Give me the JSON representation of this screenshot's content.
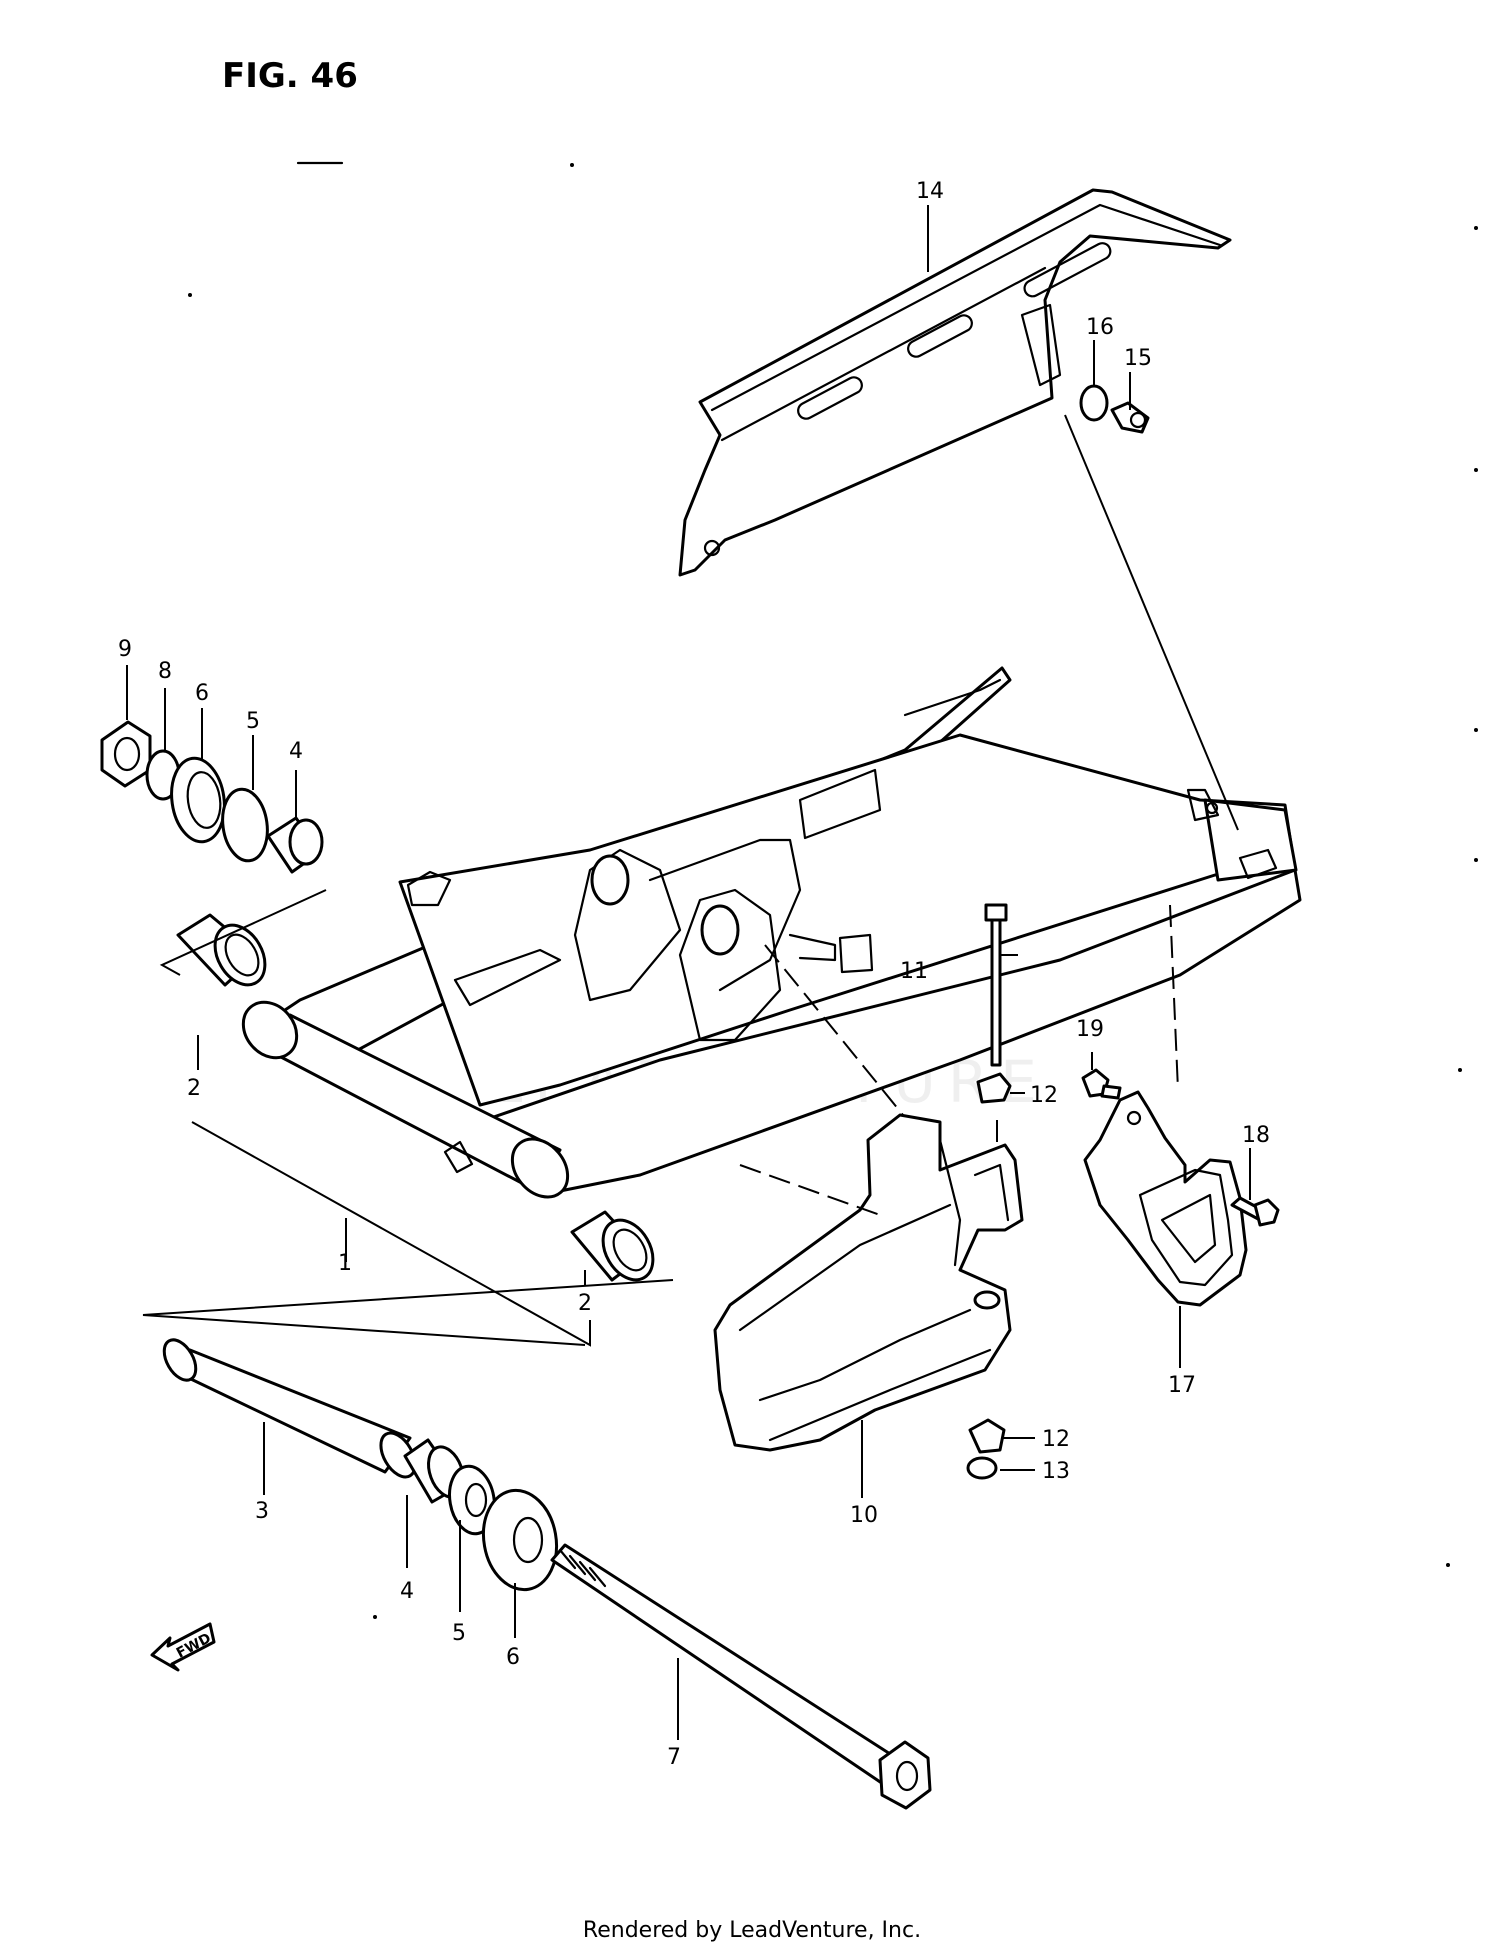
{
  "figure": {
    "title": "FIG. 46"
  },
  "footer": {
    "text": "Rendered by LeadVenture, Inc."
  },
  "watermark": {
    "text": "LEADVENTURE"
  },
  "fwd_marker": {
    "label": "FWD",
    "icon": "fwd-arrow-icon"
  },
  "callouts": [
    {
      "part": "1",
      "label": "1"
    },
    {
      "part": "2",
      "label": "2"
    },
    {
      "part": "2b",
      "label": "2"
    },
    {
      "part": "3",
      "label": "3"
    },
    {
      "part": "4",
      "label": "4"
    },
    {
      "part": "4b",
      "label": "4"
    },
    {
      "part": "5",
      "label": "5"
    },
    {
      "part": "5b",
      "label": "5"
    },
    {
      "part": "6",
      "label": "6"
    },
    {
      "part": "6b",
      "label": "6"
    },
    {
      "part": "7",
      "label": "7"
    },
    {
      "part": "8",
      "label": "8"
    },
    {
      "part": "9",
      "label": "9"
    },
    {
      "part": "10",
      "label": "10"
    },
    {
      "part": "11",
      "label": "11"
    },
    {
      "part": "12",
      "label": "12"
    },
    {
      "part": "12b",
      "label": "12"
    },
    {
      "part": "13",
      "label": "13"
    },
    {
      "part": "14",
      "label": "14"
    },
    {
      "part": "15",
      "label": "15"
    },
    {
      "part": "16",
      "label": "16"
    },
    {
      "part": "17",
      "label": "17"
    },
    {
      "part": "18",
      "label": "18"
    },
    {
      "part": "19",
      "label": "19"
    }
  ]
}
